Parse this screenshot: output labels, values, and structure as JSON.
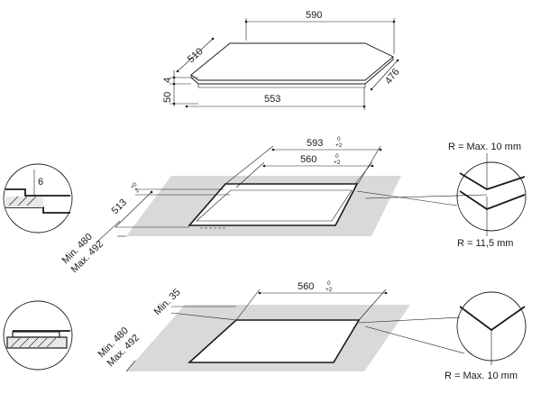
{
  "hob_top": {
    "width": "590",
    "depth": "510",
    "thickness": "4",
    "height": "50",
    "base_width": "553",
    "base_depth": "476"
  },
  "flush_mount": {
    "cutout_outer_width": "593",
    "cutout_outer_tol_top": "0",
    "cutout_outer_tol_bottom": "+2",
    "cutout_inner_width": "560",
    "cutout_inner_tol_top": "0",
    "cutout_inner_tol_bottom": "+2",
    "cutout_depth": "513",
    "cutout_depth_tol_top": "+0",
    "cutout_depth_tol_bottom": "2",
    "counter_min": "Min. 480",
    "counter_max": "Max. 492",
    "rebate_depth": "6",
    "radius_top": "R = Max. 10 mm",
    "radius_bottom": "R = 11,5 mm"
  },
  "surface_mount": {
    "cutout_width": "560",
    "cutout_tol_top": "0",
    "cutout_tol_bottom": "+2",
    "counter_min": "Min. 480",
    "counter_max": "Max. 492",
    "edge_min": "Min. 35",
    "radius": "R = Max. 10 mm"
  }
}
